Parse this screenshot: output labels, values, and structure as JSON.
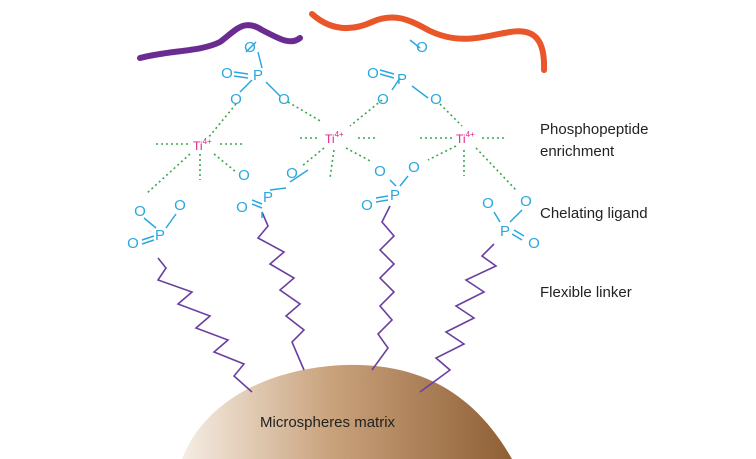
{
  "labels": {
    "enrichment_line1": "Phosphopeptide",
    "enrichment_line2": "enrichment",
    "chelating": "Chelating ligand",
    "linker": "Flexible linker",
    "matrix": "Microspheres matrix"
  },
  "atoms": {
    "oxygen": "O",
    "phosphorus": "P",
    "titanium": "Ti",
    "charge": "4+"
  },
  "colors": {
    "peptide_left": "#6a2c91",
    "peptide_right": "#e8562a",
    "atom": "#29a8e0",
    "titanium": "#e0218a",
    "dashed_bond": "#3aa84a",
    "linker": "#6a3fa0",
    "matrix_light": "#f5ede4",
    "matrix_dark": "#8f5f35"
  }
}
